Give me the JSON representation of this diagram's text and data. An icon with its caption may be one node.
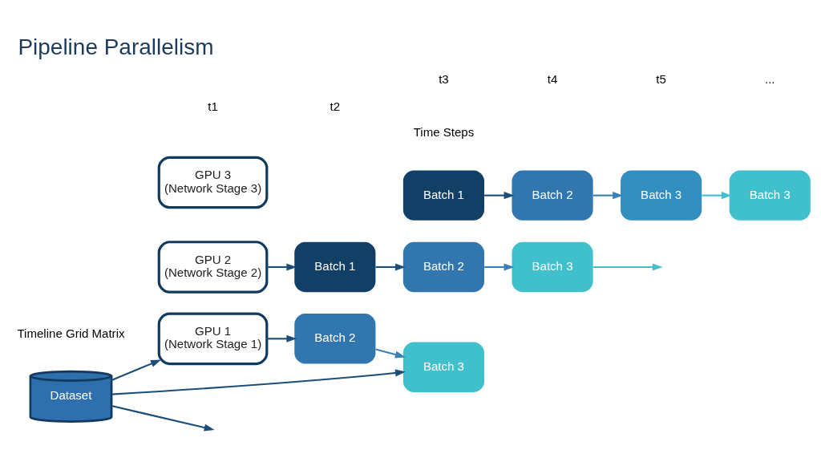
{
  "diagram": {
    "title": "Pipeline Parallelism",
    "nodes": [
      {
        "text": [
          "Dataset"
        ]
      },
      {
        "text": [
          "GPU 1",
          "(Network Stage 1)"
        ]
      },
      {
        "text": [
          "GPU 2",
          "(Network Stage 2)"
        ]
      },
      {
        "text": [
          "GPU 3",
          "(Network Stage 3)"
        ]
      },
      {
        "text": [
          "Batch 2"
        ]
      },
      {
        "text": [
          "Batch 3"
        ]
      },
      {
        "text": [
          "Batch 1"
        ]
      },
      {
        "text": [
          "Batch 2"
        ]
      },
      {
        "text": [
          "Batch 3"
        ]
      },
      {
        "text": [
          "Batch 1"
        ]
      },
      {
        "text": [
          "Batch 2"
        ]
      },
      {
        "text": [
          "Batch 3"
        ]
      },
      {
        "text": [
          "Batch 3"
        ]
      }
    ],
    "edges": [
      {
        "from": 0,
        "to": 1,
        "arrow": "to"
      },
      {
        "from": 0,
        "to": 5,
        "arrow": "to"
      },
      {
        "from": 0,
        "to": null,
        "arrow": "to"
      },
      {
        "from": 1,
        "to": 4,
        "arrow": "to"
      },
      {
        "from": 4,
        "to": 5,
        "arrow": "to",
        "color": "#3a7fb5"
      },
      {
        "from": 2,
        "to": 6,
        "arrow": "to"
      },
      {
        "from": 6,
        "to": 7,
        "arrow": "to"
      },
      {
        "from": 7,
        "to": 8,
        "arrow": "to",
        "color": "#3a7fb5"
      },
      {
        "from": 8,
        "to": null,
        "arrow": "to",
        "color": "#45bfcc"
      },
      {
        "from": 9,
        "to": 10,
        "arrow": "to"
      },
      {
        "from": 10,
        "to": 11,
        "arrow": "to",
        "color": "#3a7fb5"
      },
      {
        "from": 11,
        "to": 12,
        "arrow": "to",
        "color": "#45bfcc"
      }
    ],
    "labels": [
      "Timeline Grid Matrix",
      "t1",
      "t2",
      "t3",
      "t4",
      "t5",
      "...",
      "Time Steps"
    ]
  }
}
